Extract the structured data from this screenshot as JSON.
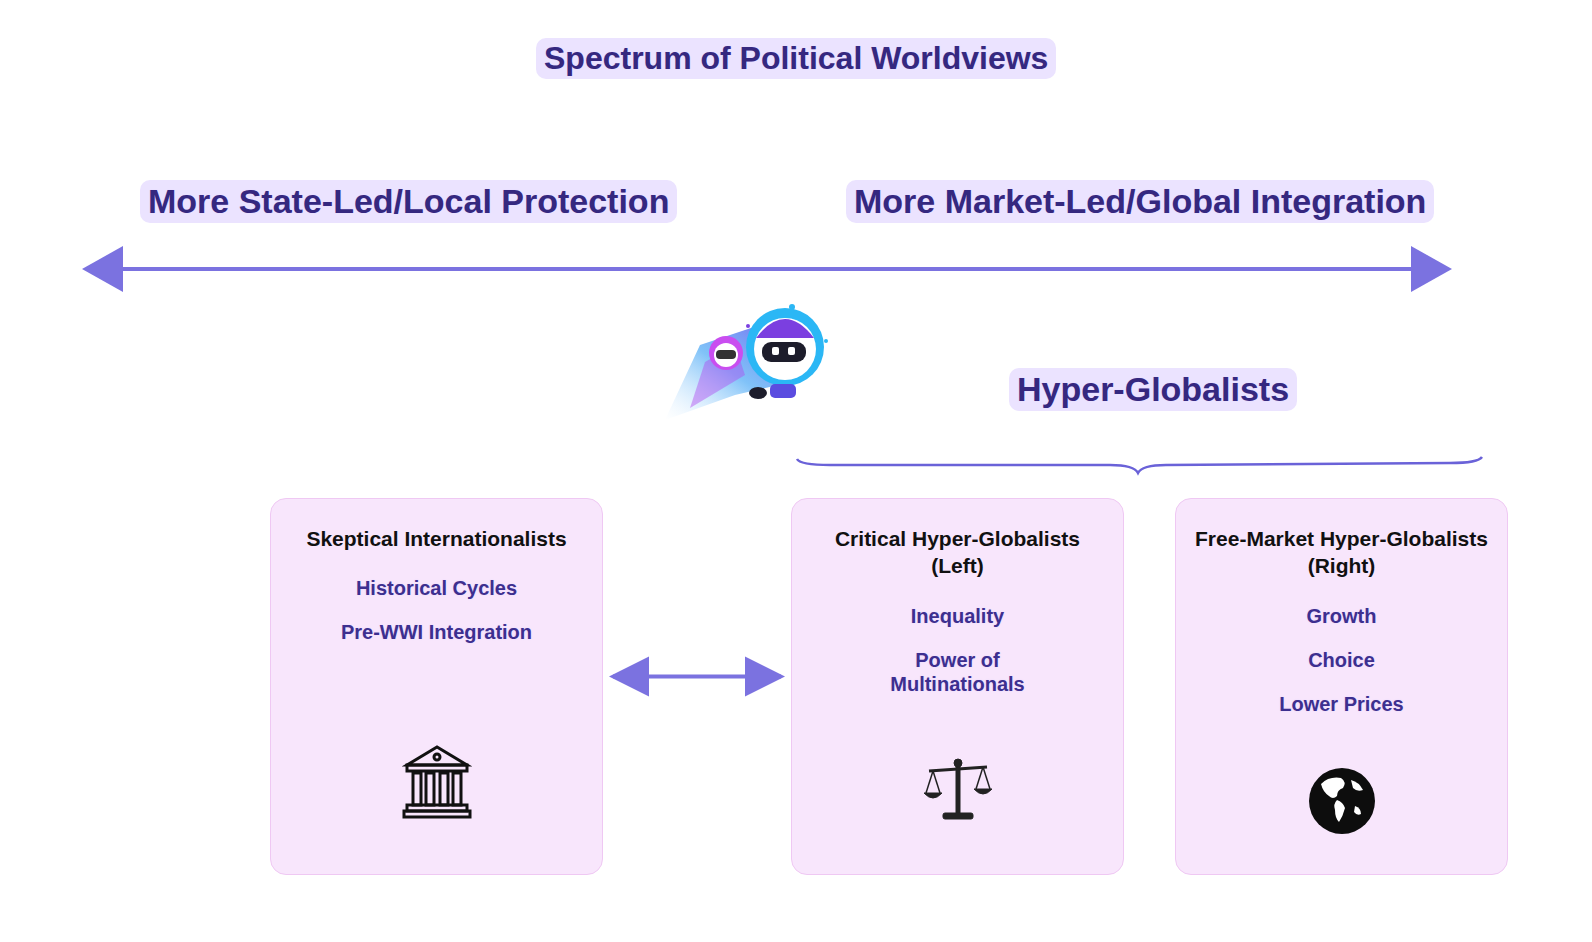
{
  "diagram": {
    "title": "Spectrum of Political Worldviews",
    "nodes": [
      {
        "text": [
          "Skeptical Internationalists",
          "Historical Cycles",
          "Pre-WWI Integration"
        ]
      },
      {
        "text": [
          "Critical Hyper-Globalists (Left)",
          "Inequality",
          "Power of Multinationals"
        ]
      },
      {
        "text": [
          "Free-Market Hyper-Globalists (Right)",
          "Growth",
          "Choice",
          "Lower Prices"
        ]
      }
    ],
    "edges": [
      {
        "from": 0,
        "to": 1,
        "arrow": "both"
      }
    ],
    "labels": [
      "More State-Led/Local Protection",
      "More Market-Led/Global Integration",
      "Hyper-Globalists"
    ]
  }
}
